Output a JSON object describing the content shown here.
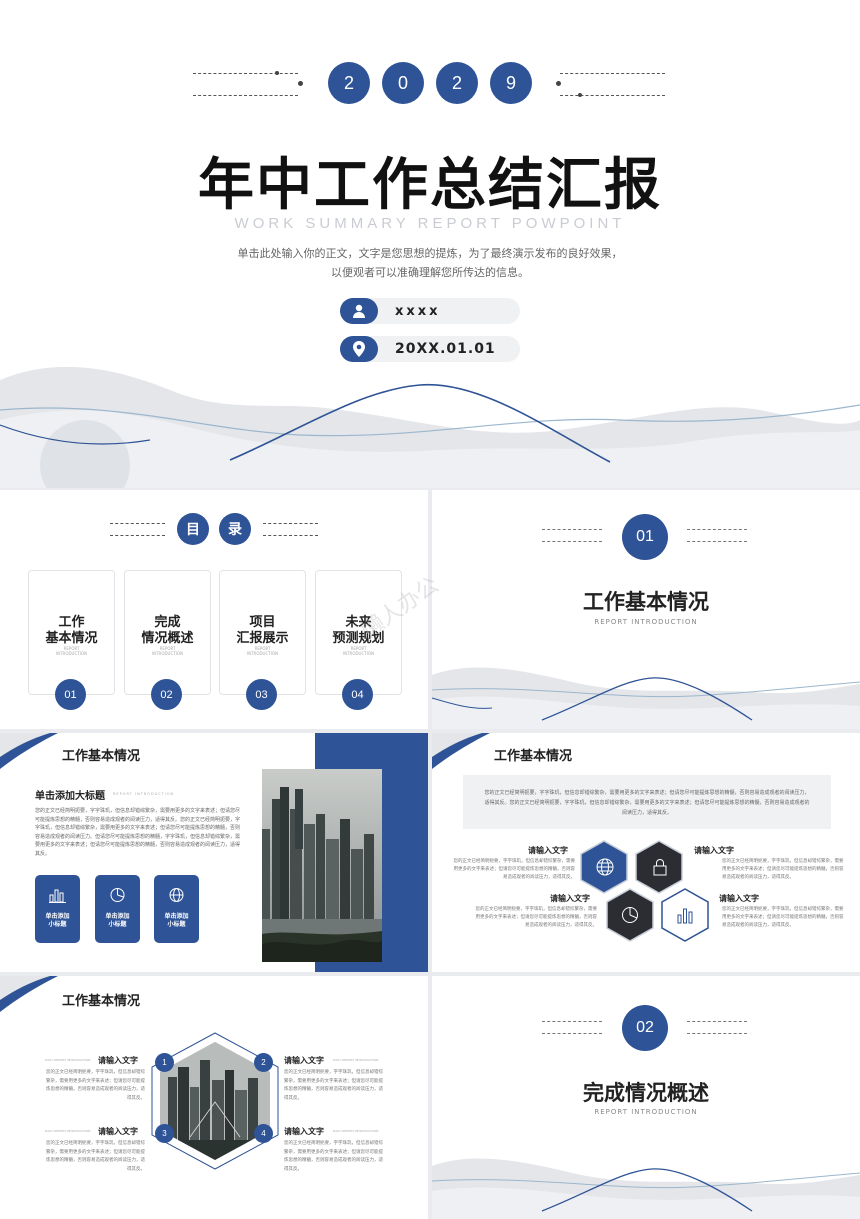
{
  "cover": {
    "year_digits": [
      "2",
      "0",
      "2",
      "9"
    ],
    "title": "年中工作总结汇报",
    "subtitle_en": "WORK SUMMARY REPORT POWPOINT",
    "desc_line1": "单击此处输入你的正文，文字是您思想的提炼，为了最终演示发布的良好效果，",
    "desc_line2": "以便观者可以准确理解您所传达的信息。",
    "presenter": "xxxx",
    "date": "20XX.01.01"
  },
  "toc": {
    "char1": "目",
    "char2": "录",
    "items": [
      {
        "line1": "工作",
        "line2": "基本情况",
        "en1": "REPORT",
        "en2": "INTRODUCTION",
        "num": "01"
      },
      {
        "line1": "完成",
        "line2": "情况概述",
        "en1": "REPORT",
        "en2": "INTRODUCTION",
        "num": "02"
      },
      {
        "line1": "项目",
        "line2": "汇报展示",
        "en1": "REPORT",
        "en2": "INTRODUCTION",
        "num": "03"
      },
      {
        "line1": "未来",
        "line2": "预测规划",
        "en1": "REPORT",
        "en2": "INTRODUCTION",
        "num": "04"
      }
    ]
  },
  "section1": {
    "num": "01",
    "title": "工作基本情况",
    "en": "REPORT INTRODUCTION"
  },
  "section2": {
    "num": "02",
    "title": "完成情况概述",
    "en": "REPORT INTRODUCTION"
  },
  "slide3": {
    "header": "工作基本情况",
    "big_title": "单击添加大标题",
    "big_title_en": "REPORT INTRODUCTION",
    "body": "您的正文已经简明扼要，字字珠玑，但信息却错综繁杂，需要用更多的文字来表述；但请您尽可能提炼思想的精髓，否则容易造成观者的阅读压力，适得其反。您的正文已经简明扼要，字字珠玑，但信息却错综繁杂，需要用更多的文字来表述；但请您尽可能提炼思想的精髓，否则容易造成观者的阅读压力。但请您尽可能提炼思想的精髓，字字珠玑，但信息却错综繁杂，需要用更多的文字来表述；但请您尽可能提炼思想的精髓，否则容易造成观者的阅读压力，适得其反。",
    "cards": [
      {
        "label1": "单击添加",
        "label2": "小标题",
        "icon": "bar-chart-icon"
      },
      {
        "label1": "单击添加",
        "label2": "小标题",
        "icon": "pie-chart-icon"
      },
      {
        "label1": "单击添加",
        "label2": "小标题",
        "icon": "globe-icon"
      }
    ]
  },
  "slide4": {
    "header": "工作基本情况",
    "top_text": "您的正文已经简明扼要，字字珠玑，但信息却错综繁杂，需要用更多的文字来表述；但请您尽可能提炼思想的精髓，否则容易造成观者的阅读压力，适得其反。您的正文已经简明扼要，字字珠玑，但信息却错综繁杂，需要用更多的文字来表述；但请您尽可能提炼思想的精髓，否则容易造成观者的阅读压力，适得其反。",
    "items": [
      {
        "title": "请输入文字",
        "text": "您的正文已经简明扼要，字字珠玑，但信息却错综繁杂，需要用更多的文字来表述；但请您尽可能提炼思想的精髓，否则容易造成观者的阅读压力，适得其反。"
      },
      {
        "title": "请输入文字",
        "text": "您的正文已经简明扼要，字字珠玑，但信息却错综繁杂，需要用更多的文字来表述；但请您尽可能提炼思想的精髓，否则容易造成观者的阅读压力，适得其反。"
      },
      {
        "title": "请输入文字",
        "text": "您的正文已经简明扼要，字字珠玑，但信息却错综繁杂，需要用更多的文字来表述；但请您尽可能提炼思想的精髓，否则容易造成观者的阅读压力，适得其反。"
      },
      {
        "title": "请输入文字",
        "text": "您的正文已经简明扼要，字字珠玑，但信息却错综繁杂，需要用更多的文字来表述；但请您尽可能提炼思想的精髓，否则容易造成观者的阅读压力，适得其反。"
      }
    ]
  },
  "slide5": {
    "header": "工作基本情况",
    "items": [
      {
        "num": "1",
        "title": "请输入文字",
        "en": "DAILY REPORT INTRODUCTION",
        "text": "您的正文已经简明扼要，字字珠玑，但信息却错综繁杂，需要用更多的文字来表述；但请您尽可能提炼思想的精髓，否则容易造成观者的阅读压力，适得其反。"
      },
      {
        "num": "2",
        "title": "请输入文字",
        "en": "DAILY REPORT INTRODUCTION",
        "text": "您的正文已经简明扼要，字字珠玑，但信息却错综繁杂，需要用更多的文字来表述；但请您尽可能提炼思想的精髓，否则容易造成观者的阅读压力，适得其反。"
      },
      {
        "num": "3",
        "title": "请输入文字",
        "en": "DAILY REPORT INTRODUCTION",
        "text": "您的正文已经简明扼要，字字珠玑，但信息却错综繁杂，需要用更多的文字来表述；但请您尽可能提炼思想的精髓，否则容易造成观者的阅读压力，适得其反。"
      },
      {
        "num": "4",
        "title": "请输入文字",
        "en": "DAILY REPORT INTRODUCTION",
        "text": "您的正文已经简明扼要，字字珠玑，但信息却错综繁杂，需要用更多的文字来表述；但请您尽可能提炼思想的精髓，否则容易造成观者的阅读压力，适得其反。"
      }
    ]
  },
  "watermark": "懒人办公",
  "colors": {
    "accent": "#2e5396",
    "wave": "#d9dce1",
    "text": "#222222"
  }
}
